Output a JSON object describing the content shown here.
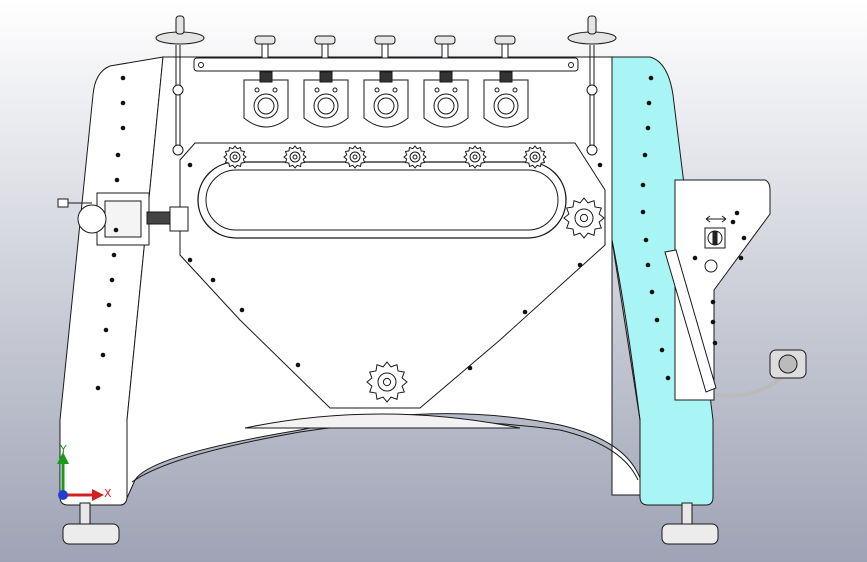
{
  "viewport": {
    "background_top": "#ffffff",
    "background_bottom": "#9ea3b5"
  },
  "model": {
    "body_color": "#ffffff",
    "accent_panel_color": "#a9f5f5",
    "line_color": "#1a1a1a",
    "roller_count": 5,
    "top_knob_count": 5,
    "sprocket_count": 8
  },
  "triad": {
    "x_label": "X",
    "y_label": "Y",
    "x_color": "#d12020",
    "y_color": "#1a9a1a",
    "z_color": "#1f3fd0"
  },
  "icons": {
    "switch_icon": "rotary-switch-icon",
    "arrow_icon": "double-arrow-icon",
    "handwheel_icon": "handwheel-icon"
  }
}
